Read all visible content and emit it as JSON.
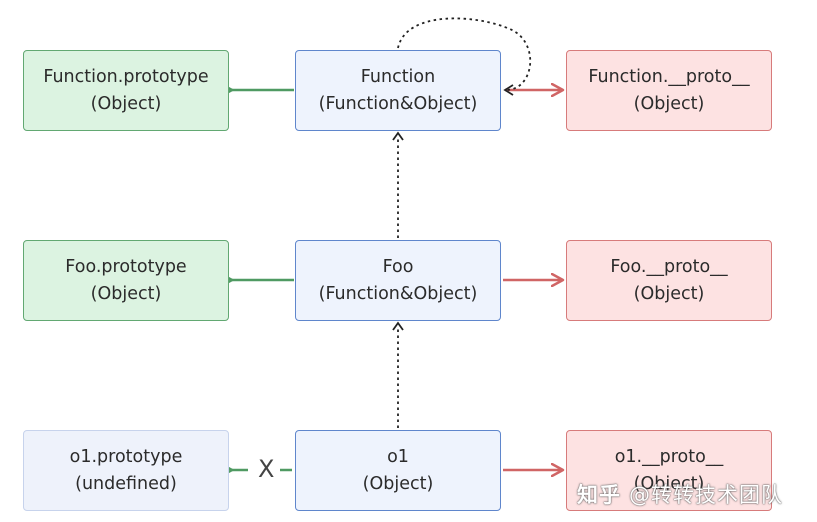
{
  "nodes": {
    "function_prototype": {
      "line1": "Function.prototype",
      "line2": "(Object)"
    },
    "function": {
      "line1": "Function",
      "line2": "(Function&Object)"
    },
    "function_proto": {
      "line1": "Function.__proto__",
      "line2": "(Object)"
    },
    "foo_prototype": {
      "line1": "Foo.prototype",
      "line2": "(Object)"
    },
    "foo": {
      "line1": "Foo",
      "line2": "(Function&Object)"
    },
    "foo_proto": {
      "line1": "Foo.__proto__",
      "line2": "(Object)"
    },
    "o1_prototype": {
      "line1": "o1.prototype",
      "line2": "(undefined)"
    },
    "o1": {
      "line1": "o1",
      "line2": "(Object)"
    },
    "o1_proto": {
      "line1": "o1.__proto__",
      "line2": "(Object)"
    }
  },
  "edges": {
    "no_prototype_marker": "X"
  },
  "colors": {
    "prototype_arrow": "#4f9a62",
    "proto_arrow": "#d06565",
    "dotted_arrow": "#222222"
  },
  "watermark": {
    "brand": "知乎",
    "author": "@转转技术团队"
  }
}
